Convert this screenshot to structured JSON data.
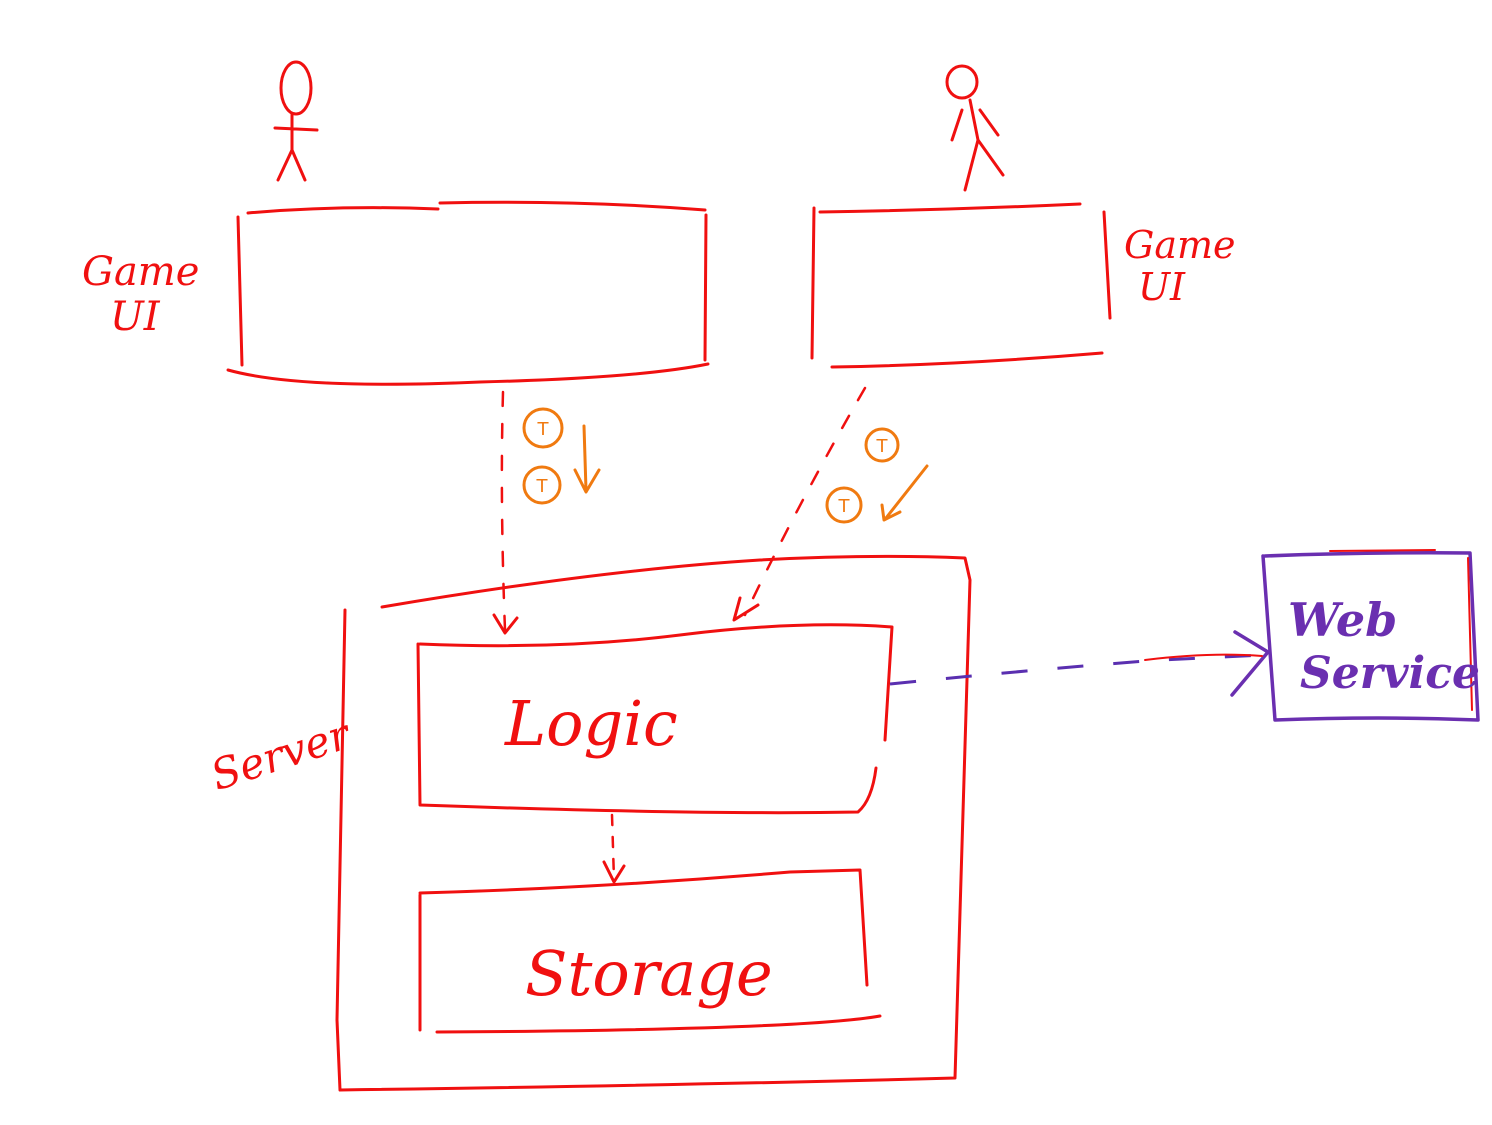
{
  "diagram": {
    "left_client": {
      "label_line1": "Game",
      "label_line2": "UI"
    },
    "right_client": {
      "label_line1": "Game",
      "label_line2": "UI"
    },
    "server": {
      "label": "Server"
    },
    "logic": {
      "label": "Logic"
    },
    "storage": {
      "label": "Storage"
    },
    "web_service": {
      "label_line1": "Web",
      "label_line2": "Service"
    },
    "tokens": [
      "T",
      "T",
      "T",
      "T"
    ],
    "colors": {
      "main": "#f01010",
      "token": "#f07a10",
      "external": "#6a2fb0"
    }
  }
}
